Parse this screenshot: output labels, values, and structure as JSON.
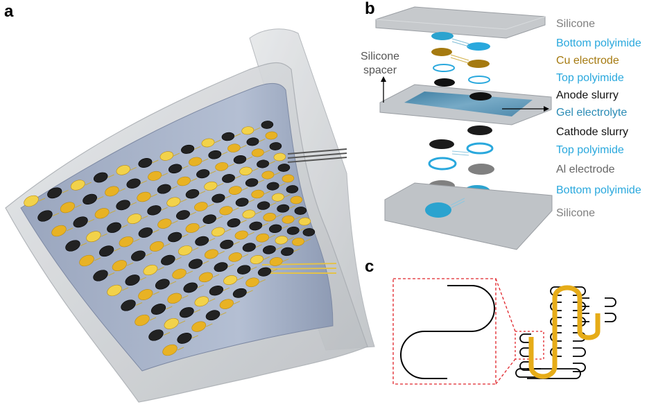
{
  "figure": {
    "panel_labels": {
      "a": "a",
      "b": "b",
      "c": "c"
    },
    "panel_b": {
      "layer_labels": [
        {
          "text": "Silicone",
          "color": "#7f7f7f"
        },
        {
          "text": "Bottom polyimide",
          "color": "#29a8dd"
        },
        {
          "text": "Cu electrode",
          "color": "#a57a10"
        },
        {
          "text": "Top polyimide",
          "color": "#29a8dd"
        },
        {
          "text": "Anode slurry",
          "color": "#111111"
        },
        {
          "text": "Gel electrolyte",
          "color": "#2a8bb5"
        },
        {
          "text": "Cathode slurry",
          "color": "#111111"
        },
        {
          "text": "Top polyimide",
          "color": "#29a8dd"
        },
        {
          "text": "Al electrode",
          "color": "#666666"
        },
        {
          "text": "Bottom polyimide",
          "color": "#29a8dd"
        },
        {
          "text": "Silicone",
          "color": "#7f7f7f"
        }
      ],
      "spacer_label": [
        "Silicone",
        "spacer"
      ]
    },
    "colors": {
      "gold": "#e8b224",
      "gold_light": "#f2d24a",
      "dark_disc": "#222222",
      "cyan": "#2ba3cf",
      "gray_disc": "#8c8c8c",
      "gel": "#5f98b6",
      "silicone": "#c4c8cc",
      "dash_red": "#e0242a",
      "serpentine_gold": "#e6ac18"
    }
  }
}
